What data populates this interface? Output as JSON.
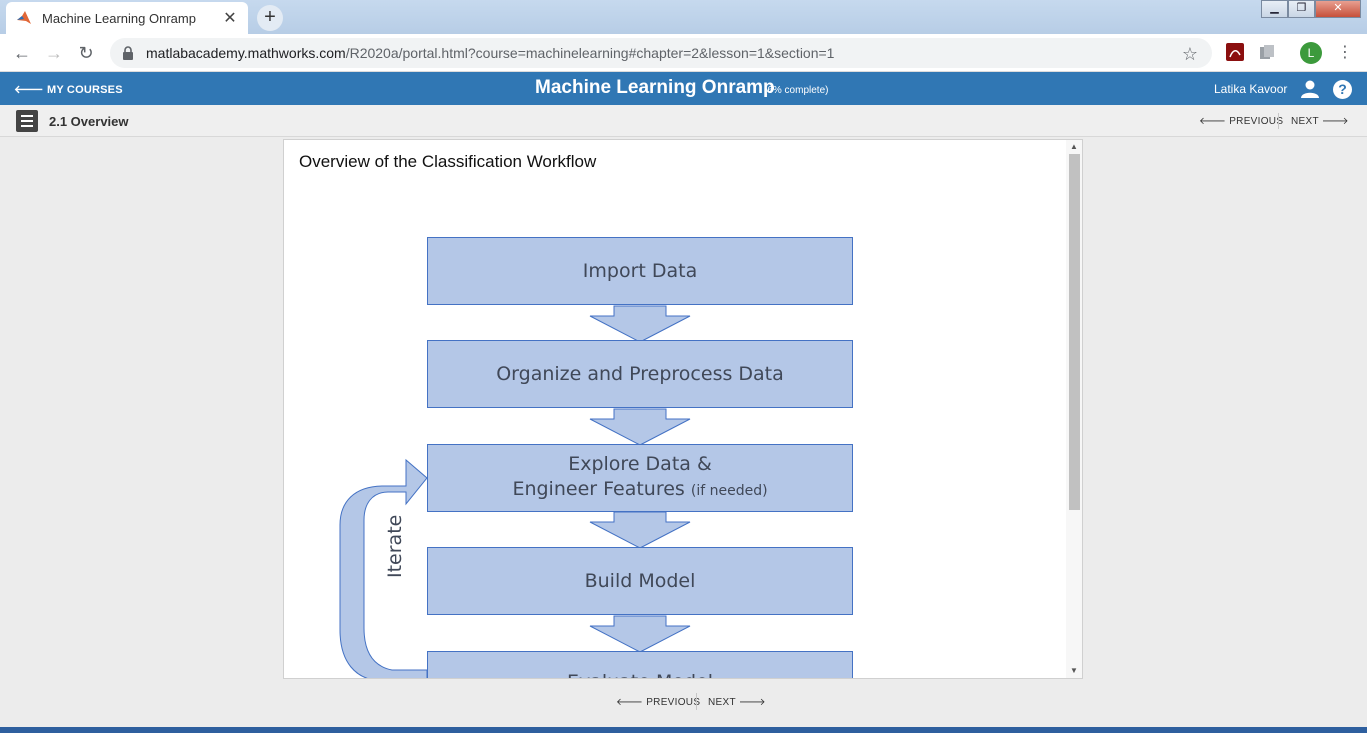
{
  "browser": {
    "tab_title": "Machine Learning Onramp",
    "url_host": "matlabacademy.mathworks.com",
    "url_path": "/R2020a/portal.html?course=machinelearning#chapter=2&lesson=1&section=1",
    "profile_initial": "L"
  },
  "app": {
    "back_label": "MY COURSES",
    "title": "Machine Learning Onramp",
    "progress": "(6% complete)",
    "user": "Latika Kavoor",
    "help": "?"
  },
  "subbar": {
    "section": "2.1 Overview",
    "prev": "PREVIOUS",
    "next": "NEXT"
  },
  "content": {
    "title": "Overview of the Classification Workflow",
    "steps": [
      {
        "label": "Import Data",
        "note": ""
      },
      {
        "label": "Organize and Preprocess Data",
        "note": ""
      },
      {
        "label_line1": "Explore Data &",
        "label_line2": "Engineer Features",
        "note": "(if needed)"
      },
      {
        "label": "Build Model",
        "note": ""
      },
      {
        "label": "Evaluate Model",
        "note": ""
      }
    ],
    "loop_label": "Iterate"
  },
  "footer": {
    "prev": "PREVIOUS",
    "next": "NEXT"
  },
  "colors": {
    "appbar": "#3077b4",
    "box_fill": "#b4c7e7",
    "box_border": "#4472c4"
  }
}
